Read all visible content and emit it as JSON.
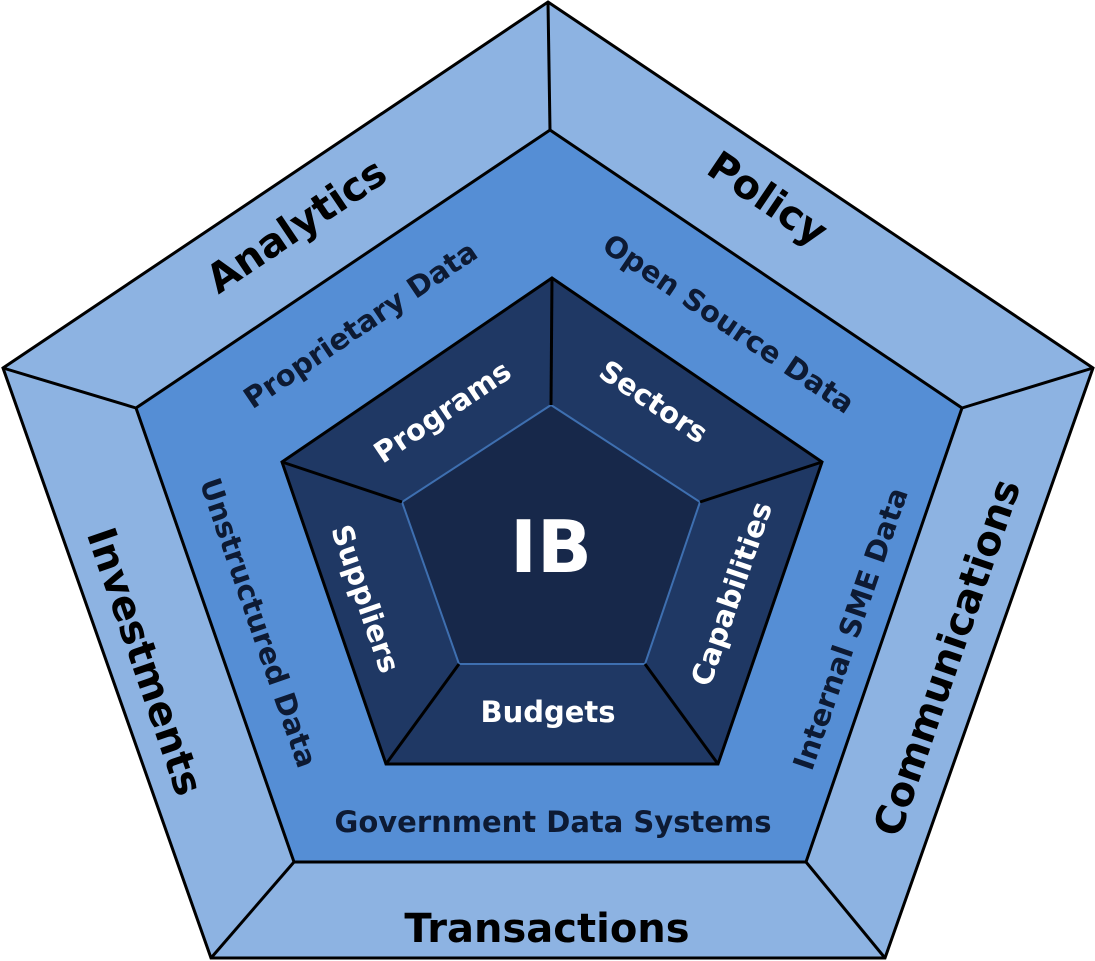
{
  "center": {
    "label": "IB"
  },
  "outer_ring": {
    "analytics": "Analytics",
    "policy": "Policy",
    "communications": "Communications",
    "transactions": "Transactions",
    "investments": "Investments"
  },
  "middle_ring": {
    "proprietary_data": "Proprietary Data",
    "open_source_data": "Open Source Data",
    "internal_sme_data": "Internal SME Data",
    "government_data_systems": "Government Data Systems",
    "unstructured_data": "Unstructured Data"
  },
  "inner_ring": {
    "programs": "Programs",
    "sectors": "Sectors",
    "capabilities": "Capabilities",
    "budgets": "Budgets",
    "suppliers": "Suppliers"
  },
  "colors": {
    "outer_fill": "#8db3e2",
    "outer_edge": "#6e97cf",
    "middle_fill": "#558ed5",
    "inner_ring_fill": "#1f3864",
    "inner_ring_bottom": "#203a66",
    "center_fill": "#17284a",
    "stroke": "#000000",
    "inner_stroke": "#3e6fb0"
  }
}
